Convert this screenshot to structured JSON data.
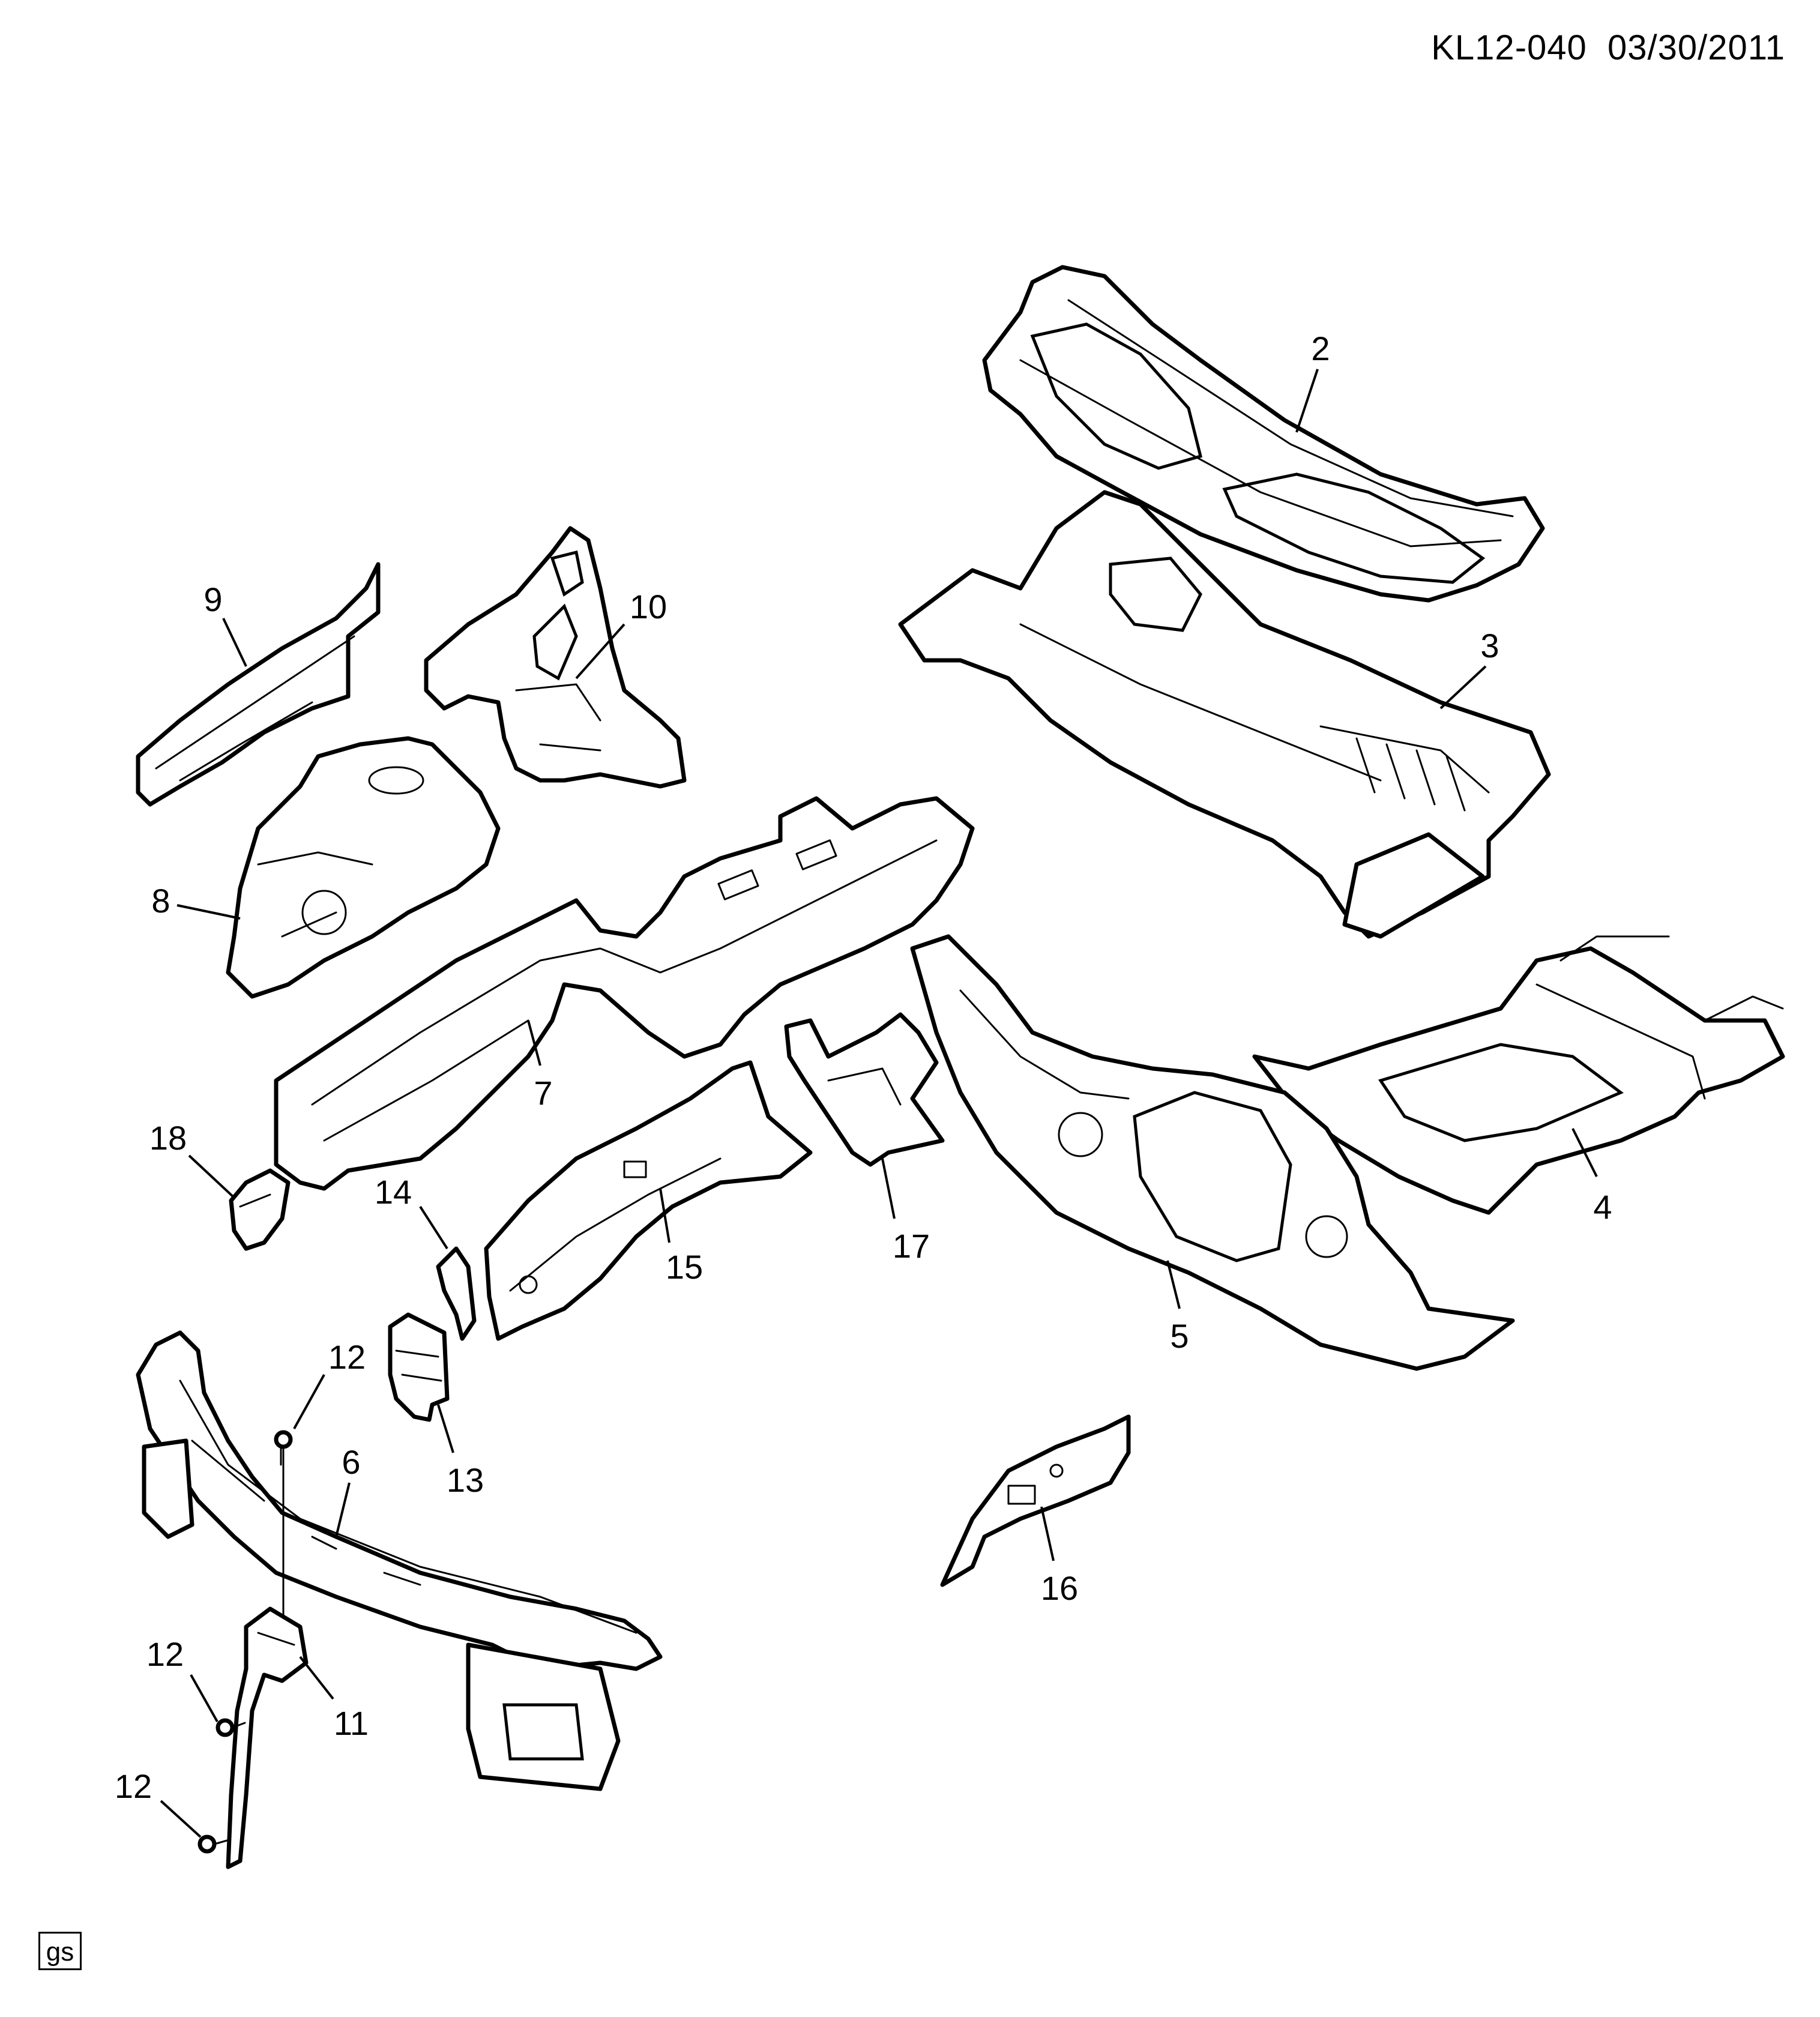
{
  "header": {
    "code": "KL12-040",
    "date": "03/30/2011"
  },
  "footer": {
    "code_box": "gs"
  },
  "callouts": [
    "2",
    "3",
    "4",
    "5",
    "6",
    "7",
    "8",
    "9",
    "10",
    "11",
    "12",
    "12",
    "12",
    "13",
    "14",
    "15",
    "16",
    "17",
    "18"
  ]
}
